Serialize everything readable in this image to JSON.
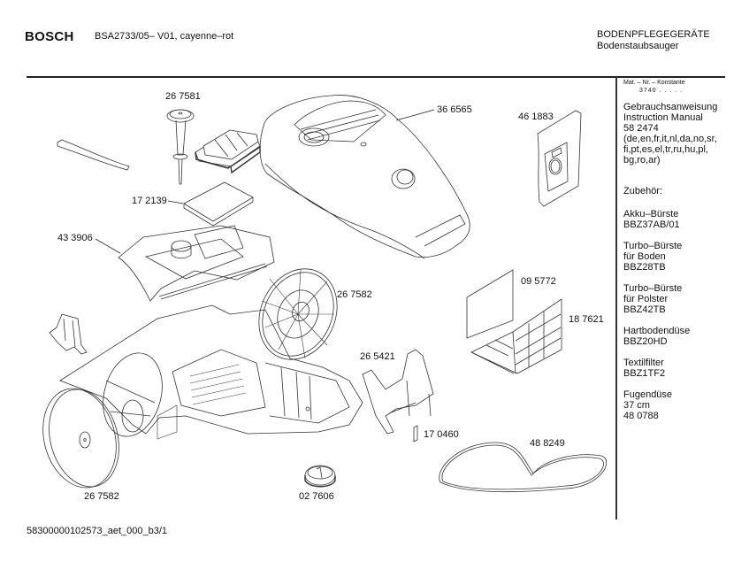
{
  "header": {
    "brand": "BOSCH",
    "model": "BSA2733/05– V01, cayenne–rot",
    "category_line1": "BODENPFLEGEGERÄTE",
    "category_line2": "Bodenstaubsauger"
  },
  "sidebar": {
    "mat_label": "Mat. – Nr. – Konstante",
    "mat_value": "3740  .  .  .  .  .",
    "manual": {
      "title": "Gebrauchsanweisung",
      "title_en": "Instruction Manual",
      "number": "58 2474",
      "languages_1": "(de,en,fr,it,nl,da,no,sr,",
      "languages_2": "fi,pt,es,el,tr,ru,hu,pl,",
      "languages_3": "bg,ro,ar)"
    },
    "accessories_heading": "Zubehör:",
    "accessories": [
      {
        "lines": [
          "Akku–Bürste",
          "BBZ37AB/01"
        ]
      },
      {
        "lines": [
          "Turbo–Bürste",
          "für Boden",
          "BBZ28TB"
        ]
      },
      {
        "lines": [
          "Turbo–Bürste",
          "für Polster",
          "BBZ42TB"
        ]
      },
      {
        "lines": [
          "Hartbodendüse",
          "BBZ20HD"
        ]
      },
      {
        "lines": [
          "Textilfilter",
          "BBZ1TF2"
        ]
      },
      {
        "lines": [
          "Fugendüse",
          "37 cm",
          "48 0788"
        ]
      }
    ]
  },
  "parts": {
    "p267581": "26 7581",
    "p366565": "36 6565",
    "p461883": "46 1883",
    "p172139": "17 2139",
    "p433906": "43 3906",
    "p267582_a": "26 7582",
    "p095772": "09 5772",
    "p187621": "18 7621",
    "p265421": "26 5421",
    "p170460": "17 0460",
    "p488249": "48 8249",
    "p267582_b": "26 7582",
    "p027606": "02 7606"
  },
  "footer": {
    "document_id": "58300000102573_aet_000_b3/1"
  }
}
